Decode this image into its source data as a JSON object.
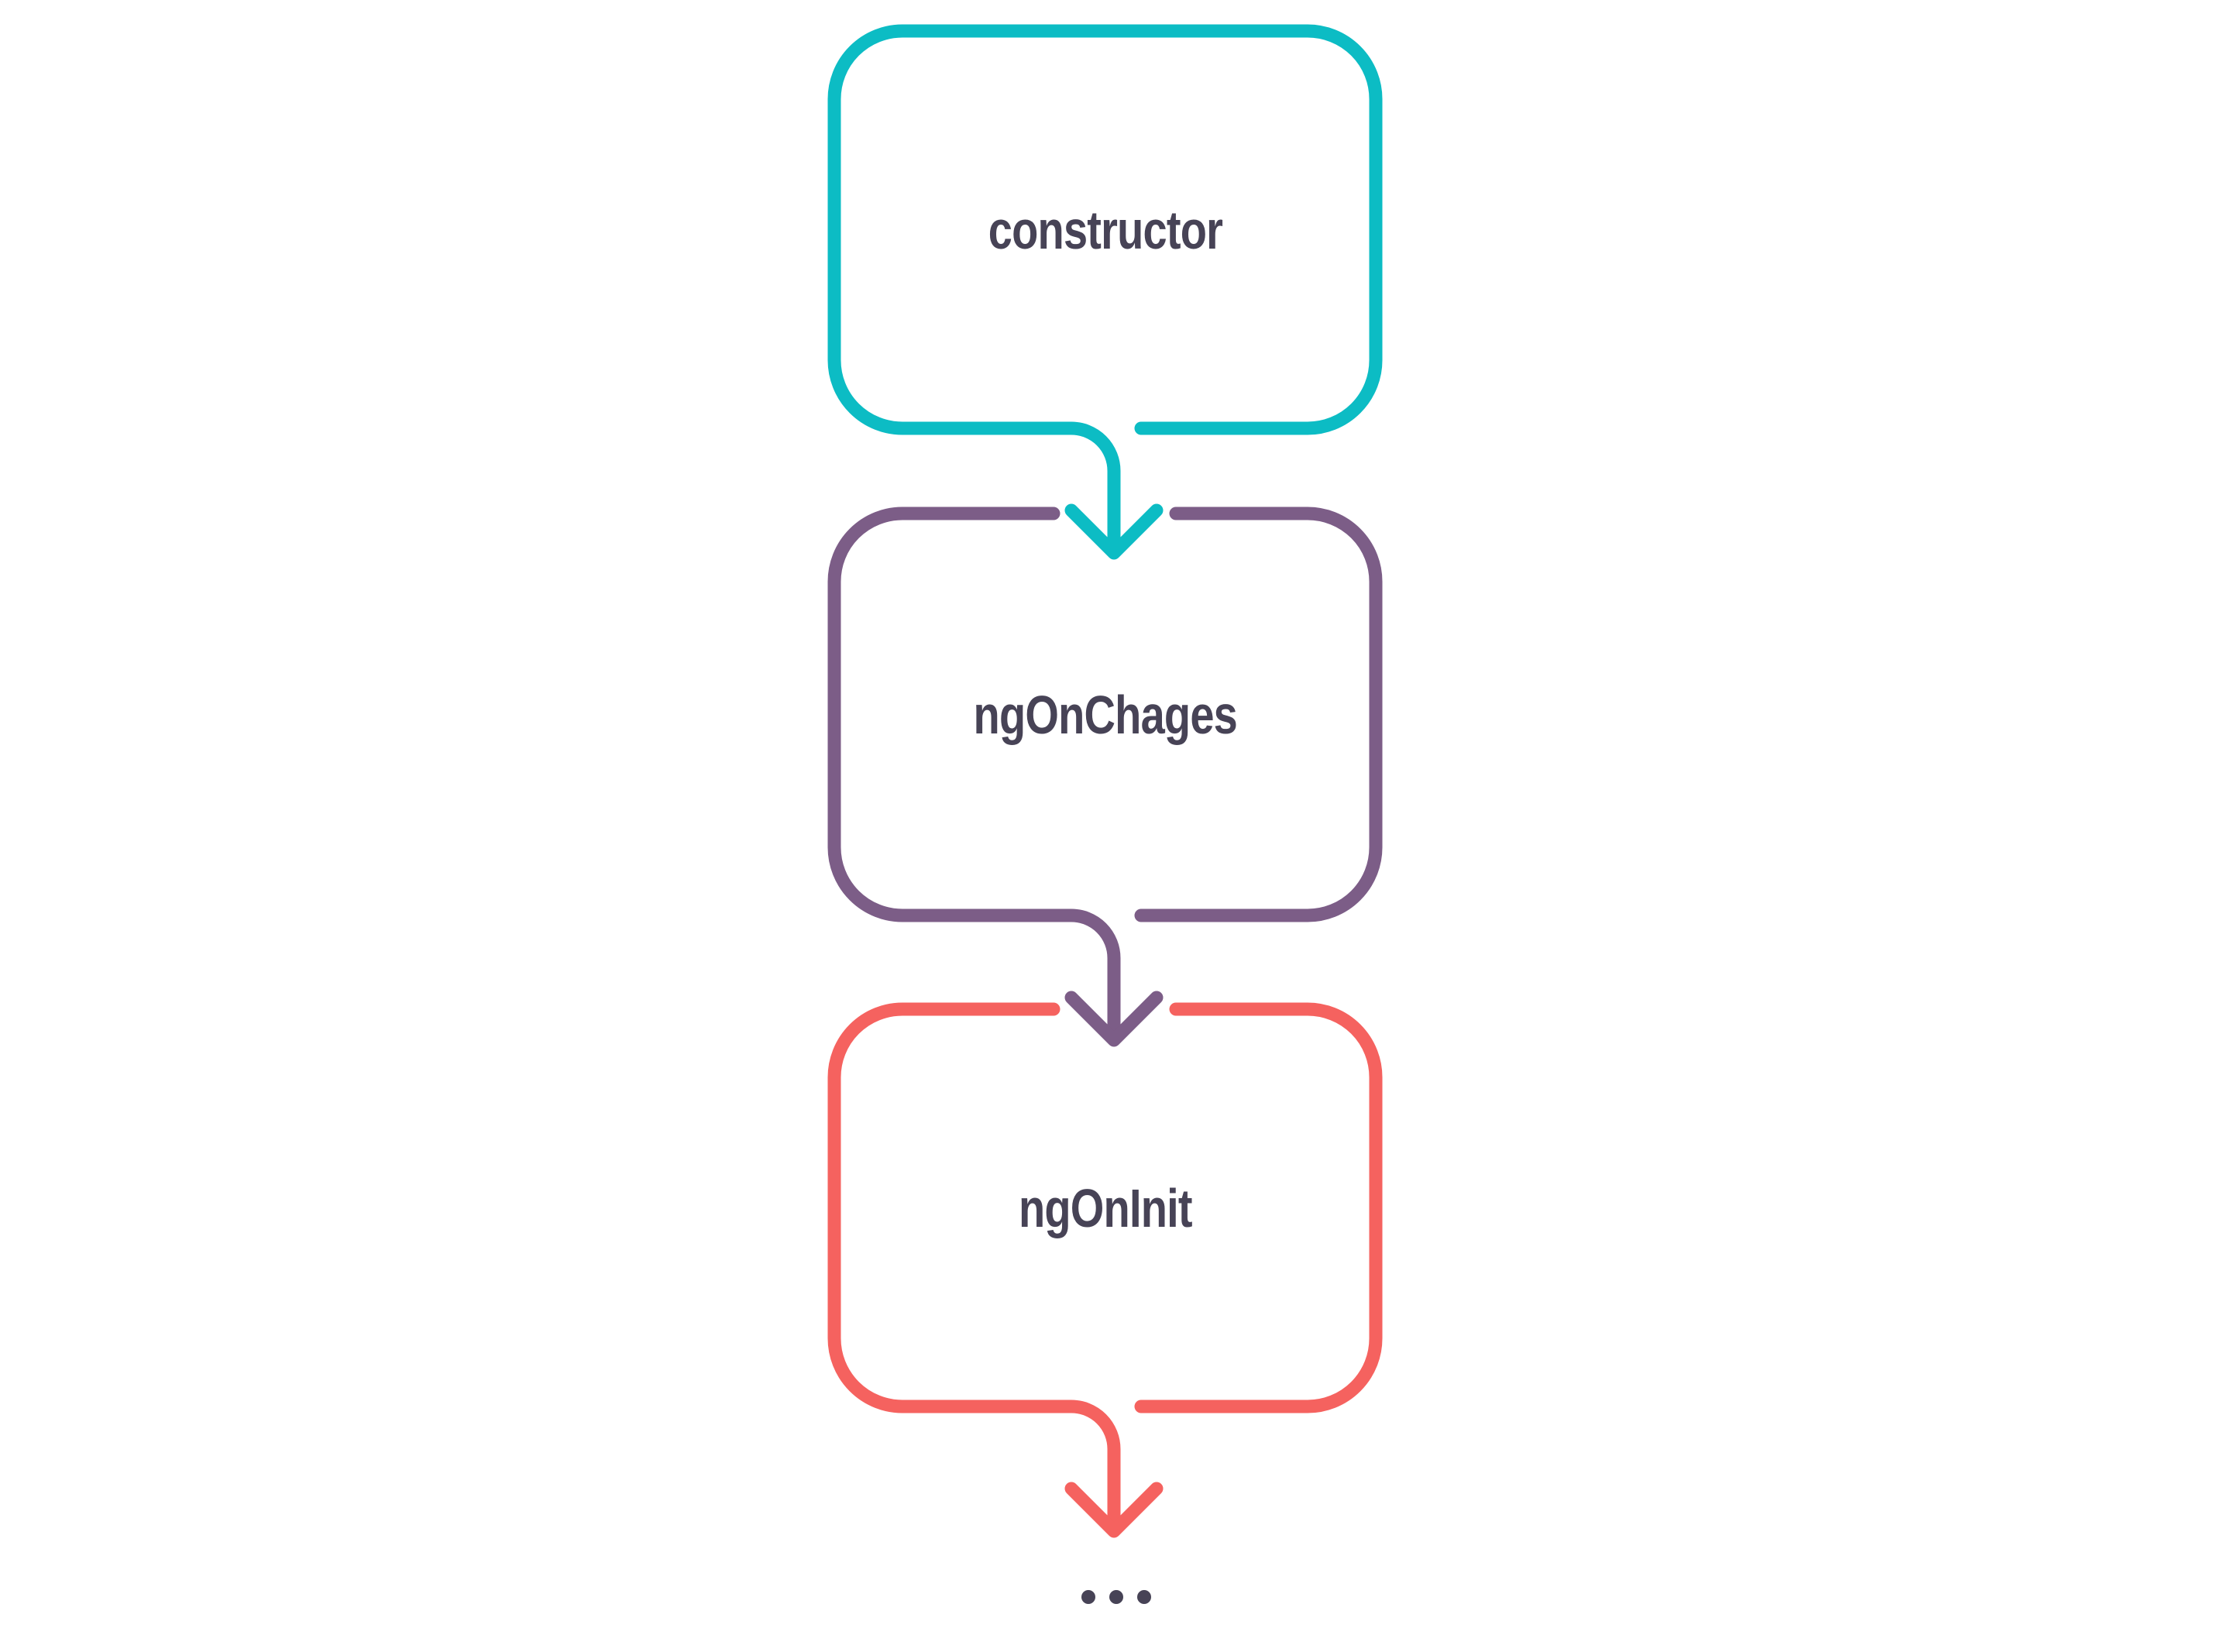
{
  "diagram": {
    "type": "flowchart",
    "background": "#ffffff",
    "text_color": "#474356",
    "nodes": [
      {
        "id": "constructor",
        "label": "constructor",
        "border_color": "#0cbcc4",
        "shape": "rounded-rect"
      },
      {
        "id": "ngOnChages",
        "label": "ngOnChages",
        "border_color": "#7c5d87",
        "shape": "rounded-rect"
      },
      {
        "id": "ngOnInit",
        "label": "ngOnInit",
        "border_color": "#f5625f",
        "shape": "rounded-rect"
      }
    ],
    "edges": [
      {
        "from": "constructor",
        "to": "ngOnChages",
        "color": "#0cbcc4",
        "style": "arrow-down"
      },
      {
        "from": "ngOnChages",
        "to": "ngOnInit",
        "color": "#7c5d87",
        "style": "arrow-down"
      },
      {
        "from": "ngOnInit",
        "to": "ellipsis",
        "color": "#f5625f",
        "style": "arrow-down"
      }
    ],
    "ellipsis": "...",
    "ellipsis_color": "#474356"
  }
}
